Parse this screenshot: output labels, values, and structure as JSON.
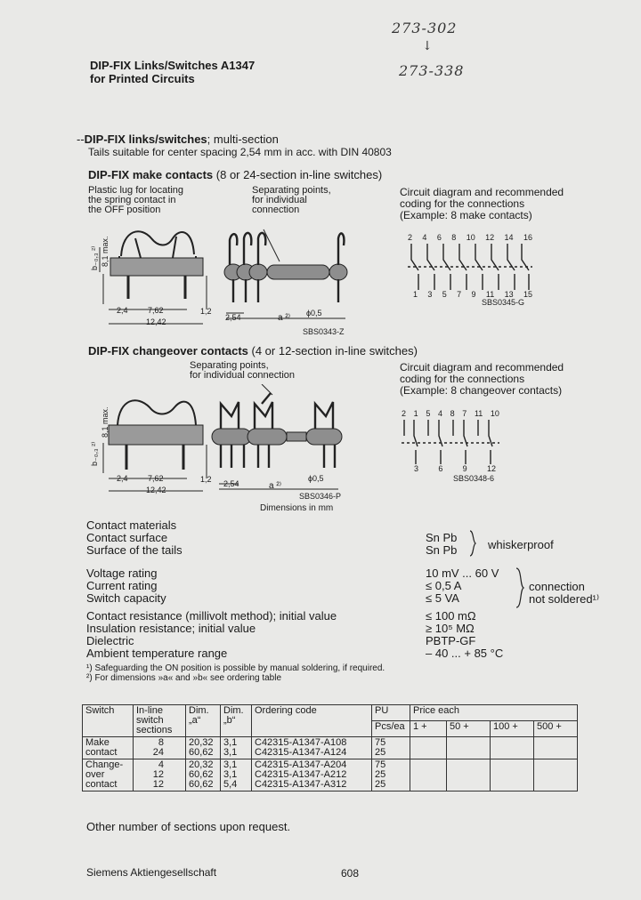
{
  "handwritten": {
    "top": "273-302",
    "arrow": "↓",
    "bottom": "273-338"
  },
  "title": {
    "line1": "DIP-FIX Links/Switches A1347",
    "line2": "for Printed Circuits"
  },
  "intro": {
    "lead_bold": "DIP-FIX links/switches",
    "lead_rest": "; multi-section",
    "line2": "Tails suitable for center spacing 2,54 mm in acc. with DIN 40803"
  },
  "make": {
    "heading_bold": "DIP-FIX make contacts",
    "heading_rest": " (8 or 24-section in-line switches)",
    "callout_lug": [
      "Plastic lug for locating",
      "the spring contact in",
      "the OFF position"
    ],
    "callout_sep": [
      "Separating points,",
      "for individual",
      "connection"
    ],
    "circuit_caption": [
      "Circuit diagram and recommended",
      "coding for the connections",
      "(Example: 8 make contacts)"
    ],
    "top_pins": [
      "2",
      "4",
      "6",
      "8",
      "10",
      "12",
      "14",
      "16"
    ],
    "bottom_pins": [
      "1",
      "3",
      "5",
      "7",
      "9",
      "11",
      "13",
      "15"
    ],
    "dim_b": "b₋₀,₃ ²⁾",
    "dim_height": "8,1 max.",
    "dim_24": "2,4",
    "dim_762": "7,62",
    "dim_1242": "12,42",
    "dim_12": "1,2",
    "dim_254": "2,54",
    "dim_a": "a ²⁾",
    "dim_phi": "ϕ0,5",
    "code_drawing": "SBS0343-Z",
    "code_circuit": "SBS0345-G"
  },
  "changeover": {
    "heading_bold": "DIP-FIX changeover contacts",
    "heading_rest": " (4 or 12-section in-line switches)",
    "callout_sep": [
      "Separating points,",
      "for individual connection"
    ],
    "circuit_caption": [
      "Circuit diagram and recommended",
      "coding for the connections",
      "(Example: 8 changeover contacts)"
    ],
    "top_pins": [
      "2",
      "1",
      "5",
      "4",
      "8",
      "7",
      "11",
      "10"
    ],
    "bottom_pins": [
      "3",
      "6",
      "9",
      "12"
    ],
    "dim_b": "b₋₀,₃ ²⁾",
    "dim_height": "8,1 max.",
    "dim_24": "2,4",
    "dim_762": "7,62",
    "dim_1242": "12,42",
    "dim_12": "1,2",
    "dim_254": "2,54",
    "dim_a": "a ²⁾",
    "dim_phi": "ϕ0,5",
    "code_drawing": "SBS0346-P",
    "code_circuit": "SBS0348-6",
    "dimensions_note": "Dimensions in mm"
  },
  "specs": {
    "materials": [
      {
        "label": "Contact materials",
        "value": ""
      },
      {
        "label": "Contact surface",
        "value": "Sn Pb"
      },
      {
        "label": "Surface of the tails",
        "value": "Sn Pb"
      }
    ],
    "materials_note": "whiskerproof",
    "ratings": [
      {
        "label": "Voltage rating",
        "value": "10 mV ... 60 V"
      },
      {
        "label": "Current rating",
        "value": "≤ 0,5  A"
      },
      {
        "label": "Switch capacity",
        "value": "≤ 5 VA"
      }
    ],
    "ratings_note": [
      "connection",
      "not soldered¹⁾"
    ],
    "other": [
      {
        "label": "Contact resistance (millivolt method); initial value",
        "value": "≤ 100 mΩ"
      },
      {
        "label": "Insulation resistance; initial value",
        "value": "≥ 10⁵ MΩ"
      },
      {
        "label": "Dielectric",
        "value": "PBTP-GF"
      },
      {
        "label": "Ambient temperature range",
        "value": "– 40 ... + 85 °C"
      }
    ]
  },
  "footnotes": [
    "¹) Safeguarding the ON position is possible by manual soldering, if required.",
    "²) For dimensions »a« and »b« see ordering table"
  ],
  "table": {
    "headers": {
      "switch": "Switch",
      "sections": [
        "In-line",
        "switch",
        "sections"
      ],
      "dim_a": [
        "Dim.",
        "„a“"
      ],
      "dim_b": [
        "Dim.",
        "„b“"
      ],
      "code": "Ordering code",
      "pu": "PU",
      "pu_unit": "Pcs/ea",
      "price": "Price each",
      "price_cols": [
        "1 +",
        "50 +",
        "100 +",
        "500 +"
      ]
    },
    "groups": [
      {
        "switch": [
          "Make",
          "contact"
        ],
        "sections": [
          "8",
          "24"
        ],
        "a": [
          "20,32",
          "60,62"
        ],
        "b": [
          "3,1",
          "3,1"
        ],
        "codes": [
          "C42315-A1347-A108",
          "C42315-A1347-A124"
        ],
        "pu": [
          "75",
          "25"
        ]
      },
      {
        "switch": [
          "Change-",
          "over",
          "contact"
        ],
        "sections": [
          "4",
          "12",
          "12"
        ],
        "a": [
          "20,32",
          "60,62",
          "60,62"
        ],
        "b": [
          "3,1",
          "3,1",
          "5,4"
        ],
        "codes": [
          "C42315-A1347-A204",
          "C42315-A1347-A212",
          "C42315-A1347-A312"
        ],
        "pu": [
          "75",
          "25",
          "25"
        ]
      }
    ]
  },
  "note_below": "Other number of sections upon request.",
  "footer": {
    "company": "Siemens Aktiengesellschaft",
    "page": "608"
  }
}
